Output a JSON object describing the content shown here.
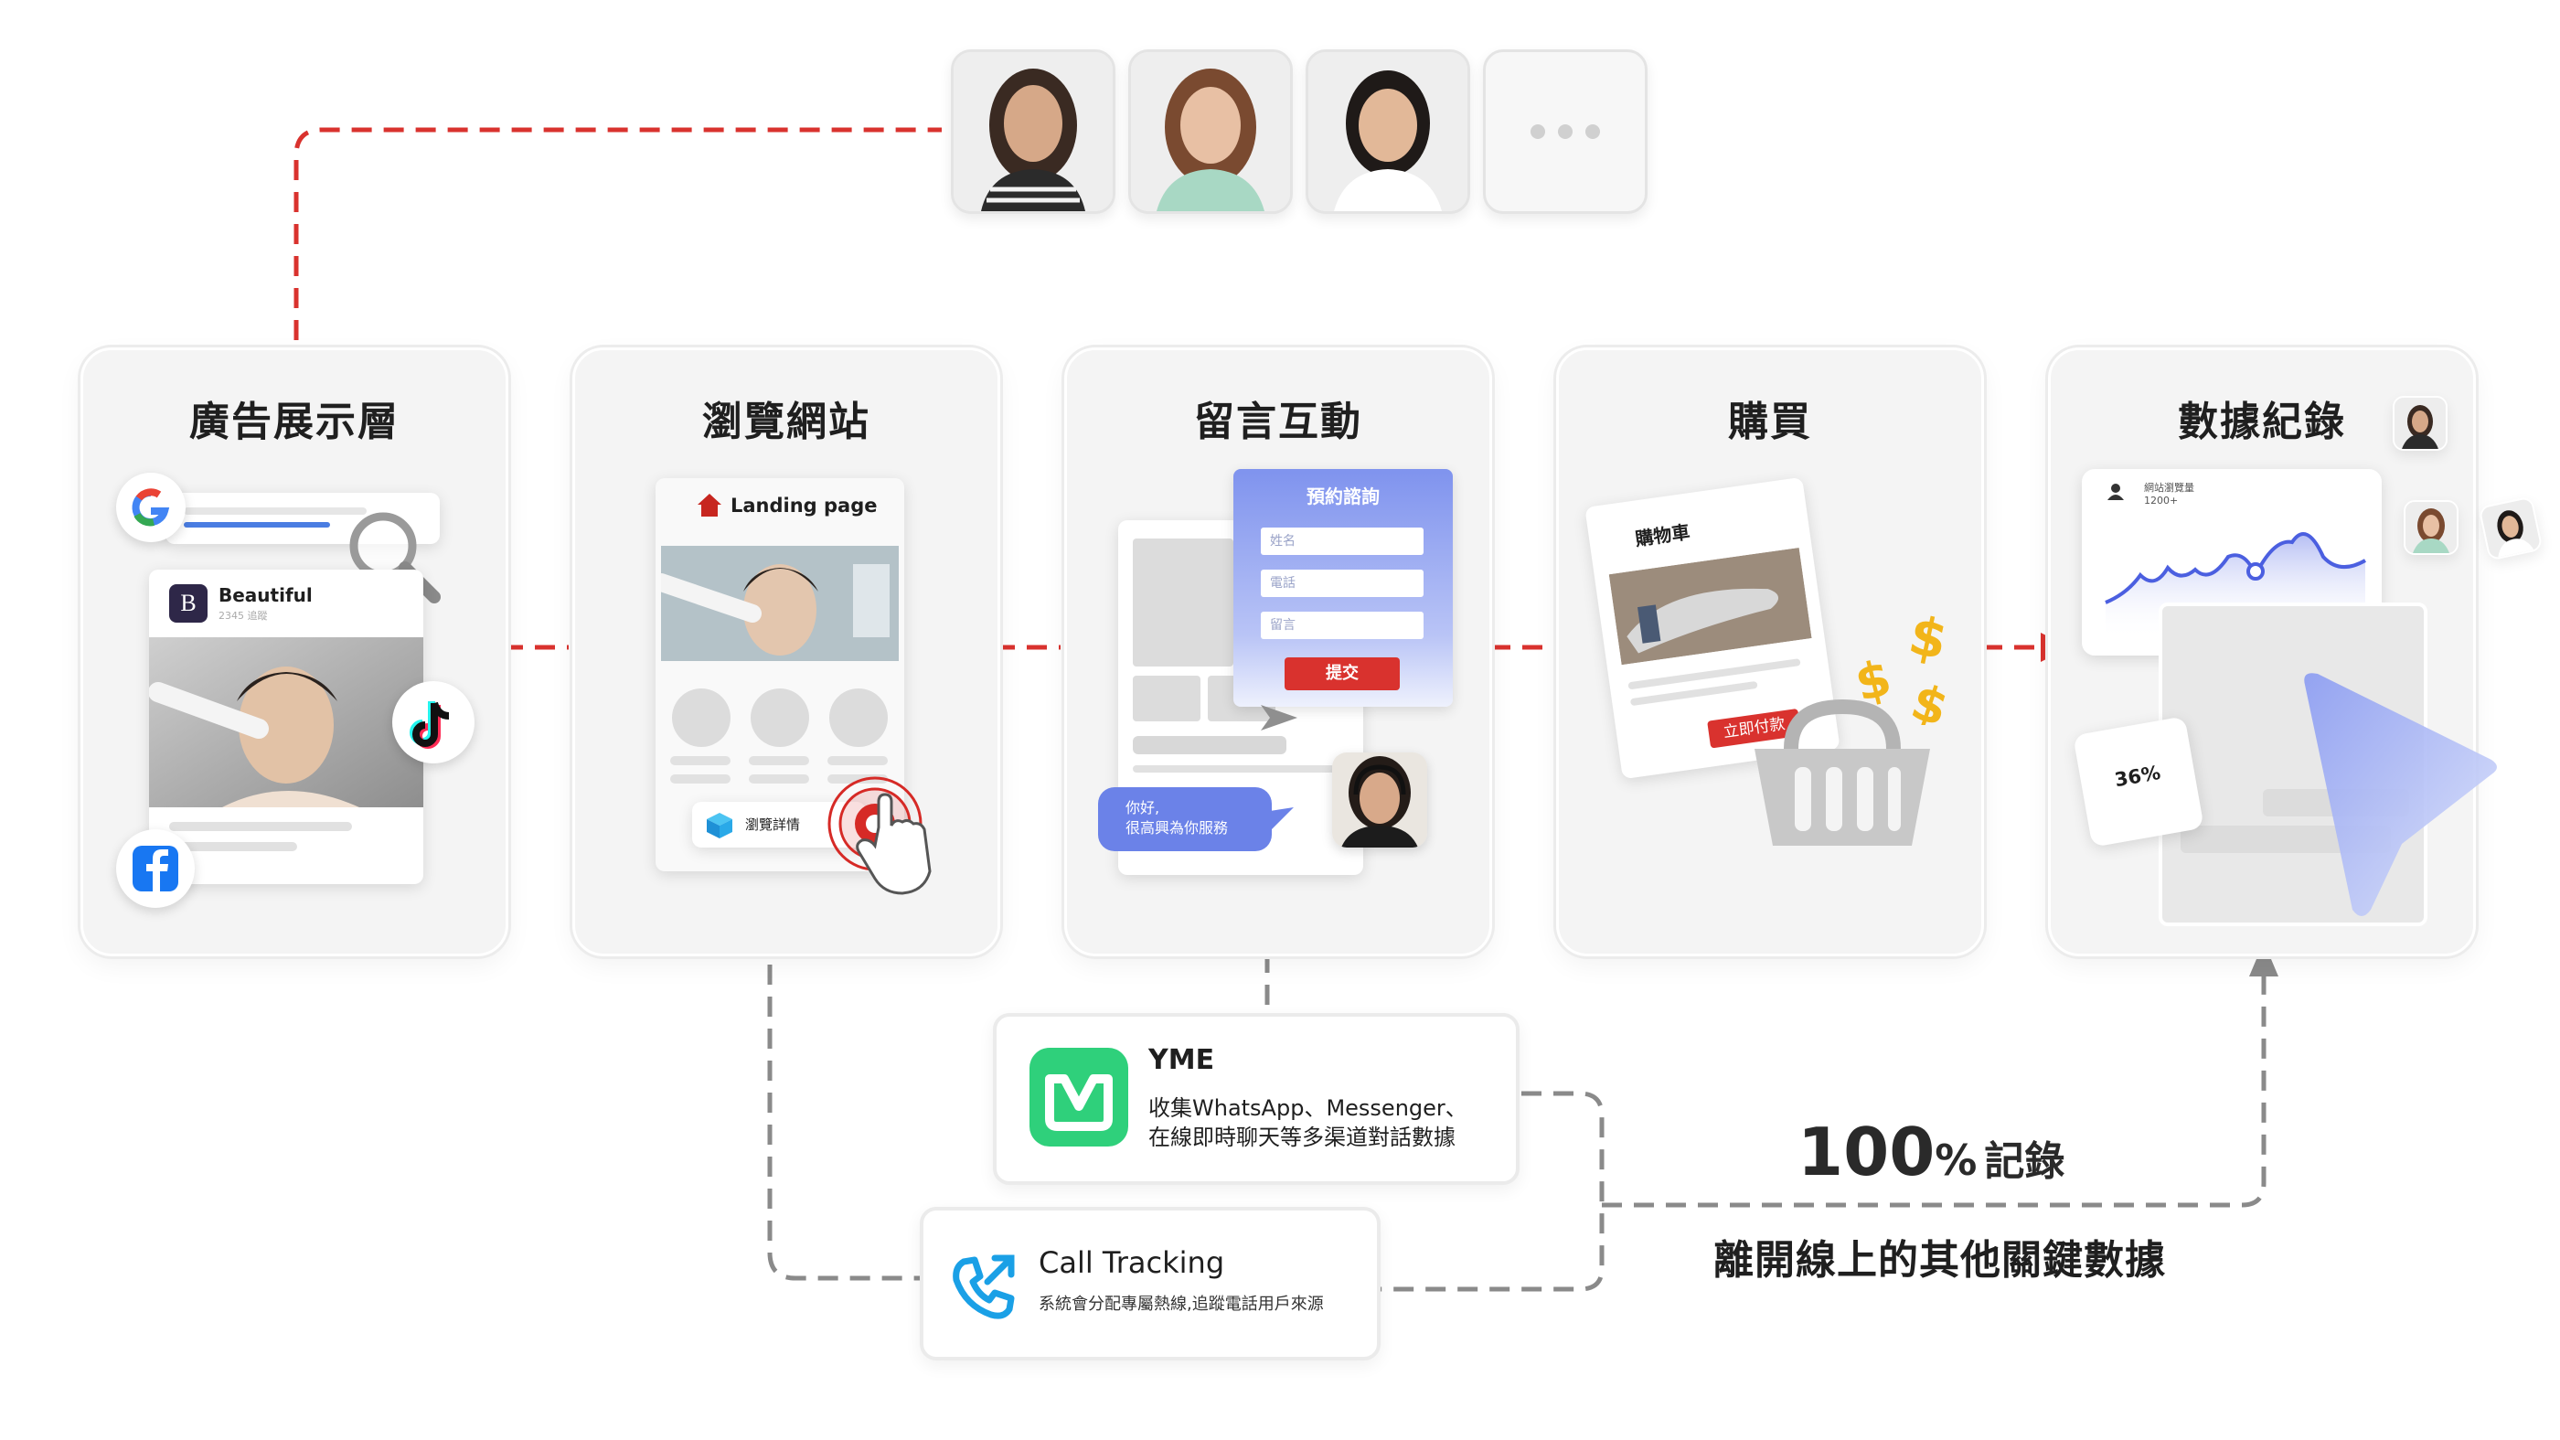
{
  "stages": [
    {
      "title": "廣告展示層"
    },
    {
      "title": "瀏覽網站"
    },
    {
      "title": "留言互動"
    },
    {
      "title": "購買"
    },
    {
      "title": "數據紀錄"
    }
  ],
  "ad": {
    "brand_letter": "B",
    "brand_name": "Beautiful",
    "brand_sub": "2345 追蹤"
  },
  "landing": {
    "title": "Landing page",
    "browse_button": "瀏覽詳情"
  },
  "form": {
    "title": "預約諮詢",
    "fields": [
      "姓名",
      "電話",
      "留言"
    ],
    "submit": "提交"
  },
  "chat": {
    "line1": "你好,",
    "line2": "很高興為你服務"
  },
  "cart": {
    "title": "購物車",
    "pay_button": "立即付款"
  },
  "stats": {
    "label": "網站瀏覽量",
    "value": "1200+",
    "percent": "36%"
  },
  "yme": {
    "title": "YME",
    "line1": "收集WhatsApp、Messenger、",
    "line2": "在線即時聊天等多渠道對話數據"
  },
  "call": {
    "title": "Call Tracking",
    "desc": "系統會分配專屬熱線,追蹤電話用戶來源"
  },
  "record": {
    "number": "100",
    "unit": "%",
    "word": "記錄",
    "caption": "離開線上的其他關鍵數據"
  },
  "colors": {
    "red_dash": "#d9322e",
    "gray_dash": "#8a8a8a",
    "brand_green": "#2fd07b",
    "call_blue": "#1aa0e6",
    "form_blue": "#7f93ee",
    "chat_blue": "#6b82e8",
    "chart_blue": "#5567e0"
  },
  "icons": [
    "google-icon",
    "search-icon",
    "tiktok-icon",
    "facebook-icon",
    "home-icon",
    "cube-icon",
    "target-icon",
    "hand-pointer-icon",
    "dollar-icon",
    "basket-icon",
    "funnel-icon",
    "phone-icon",
    "yme-logo-icon",
    "user-icon"
  ]
}
